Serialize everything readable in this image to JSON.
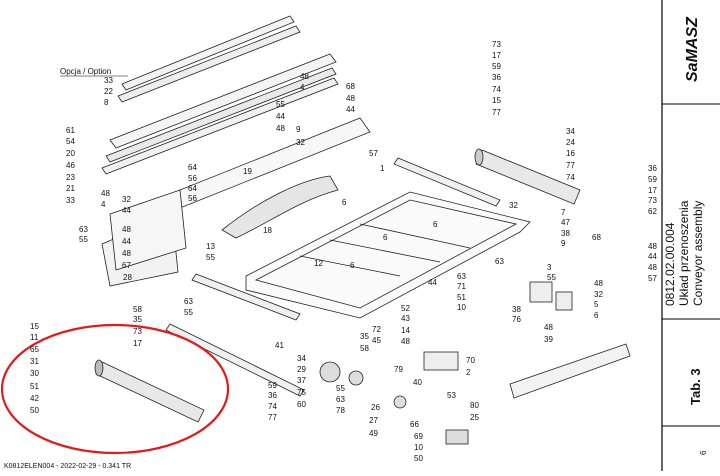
{
  "title_block": {
    "brand": "SaMASZ",
    "code": "0812.02.00.004",
    "name_pl": "Układ przenoszenia",
    "name_en": "Conveyor assembly",
    "table": "Tab. 3",
    "page": "6"
  },
  "option_label": "Opcja  / Option",
  "footer": "K0812ELEN004 - 2022-02-29 - 0.341 TR",
  "accent_color": "#e21b1b",
  "labels": [
    "33",
    "22",
    "8",
    "61",
    "54",
    "20",
    "46",
    "23",
    "21",
    "33",
    "48",
    "4",
    "55",
    "44",
    "48",
    "9",
    "32",
    "68",
    "48",
    "44",
    "73",
    "17",
    "59",
    "36",
    "74",
    "15",
    "77",
    "57",
    "1",
    "19",
    "64",
    "56",
    "64",
    "56",
    "32",
    "44",
    "48",
    "4",
    "63",
    "55",
    "48",
    "44",
    "48",
    "67",
    "28",
    "18",
    "6",
    "6",
    "6",
    "6",
    "12",
    "34",
    "24",
    "16",
    "77",
    "74",
    "36",
    "59",
    "17",
    "73",
    "62",
    "32",
    "7",
    "47",
    "38",
    "9",
    "68",
    "48",
    "44",
    "48",
    "57",
    "13",
    "55",
    "63",
    "71",
    "51",
    "10",
    "3",
    "55",
    "63",
    "44",
    "48",
    "32",
    "5",
    "6",
    "63",
    "55",
    "58",
    "35",
    "73",
    "17",
    "59",
    "36",
    "74",
    "77",
    "15",
    "11",
    "65",
    "31",
    "30",
    "51",
    "42",
    "50",
    "41",
    "72",
    "45",
    "52",
    "43",
    "14",
    "48",
    "38",
    "76",
    "48",
    "39",
    "34",
    "29",
    "37",
    "75",
    "60",
    "35",
    "58",
    "55",
    "63",
    "78",
    "79",
    "26",
    "27",
    "49",
    "40",
    "53",
    "80",
    "25",
    "66",
    "69",
    "10",
    "50",
    "70",
    "2"
  ]
}
